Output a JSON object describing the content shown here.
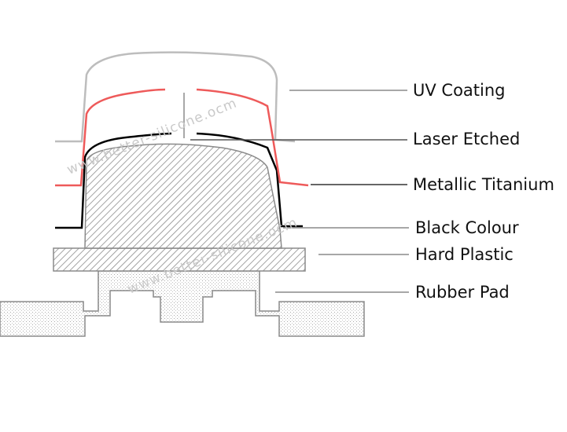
{
  "diagram": {
    "labels": {
      "uv_coating": "UV Coating",
      "laser_etched": "Laser Etched",
      "metallic_titanium": "Metallic Titanium",
      "black_colour": "Black Colour",
      "hard_plastic": "Hard Plastic",
      "rubber_pad": "Rubber Pad"
    },
    "watermark": "www.better-silicone.ocm",
    "colors": {
      "uv_coating": "#bdbdbd",
      "metallic_titanium": "#ee5a5a",
      "black_colour": "#000000",
      "leader_lines": "#8a8a8a",
      "hatch": "#9a9a9a",
      "rubber_dots": "#a8a8a8"
    }
  }
}
